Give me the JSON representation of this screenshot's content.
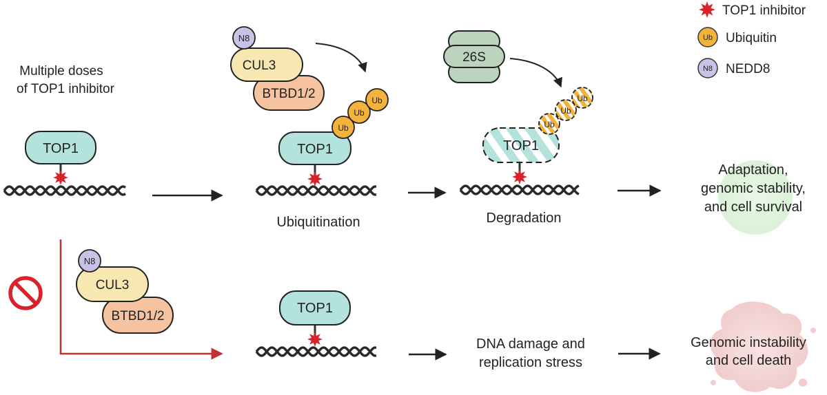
{
  "legend": {
    "inhibitor": "TOP1 inhibitor",
    "ubiquitin": "Ubiquitin",
    "nedd8": "NEDD8",
    "ub_symbol": "Ub",
    "n8_symbol": "N8"
  },
  "intro": {
    "line1": "Multiple doses",
    "line2": "of TOP1 inhibitor"
  },
  "proteins": {
    "top1": "TOP1",
    "cul3": "CUL3",
    "btbd": "BTBD1/2",
    "n8": "N8",
    "ub": "Ub",
    "proteasome": "26S"
  },
  "steps": {
    "ubiquitination": "Ubiquitination",
    "degradation": "Degradation"
  },
  "outcomes": {
    "positive": [
      "Adaptation,",
      "genomic stability,",
      "and cell survival"
    ],
    "damage": [
      "DNA damage and",
      "replication stress"
    ],
    "negative": [
      "Genomic instability",
      "and cell death"
    ]
  },
  "colors": {
    "top1": "#b3e3dc",
    "cul3": "#f6e8b0",
    "btbd": "#f6c3a0",
    "n8": "#c8c3e6",
    "ub": "#f2b33c",
    "proteasome": "#bcd4bd",
    "inhibitor": "#d8232a",
    "dna": "#2a2a2a",
    "red_path": "#c0322f",
    "survival_glow": "#d9f2d6",
    "death_glow": "#f0c8c8"
  }
}
